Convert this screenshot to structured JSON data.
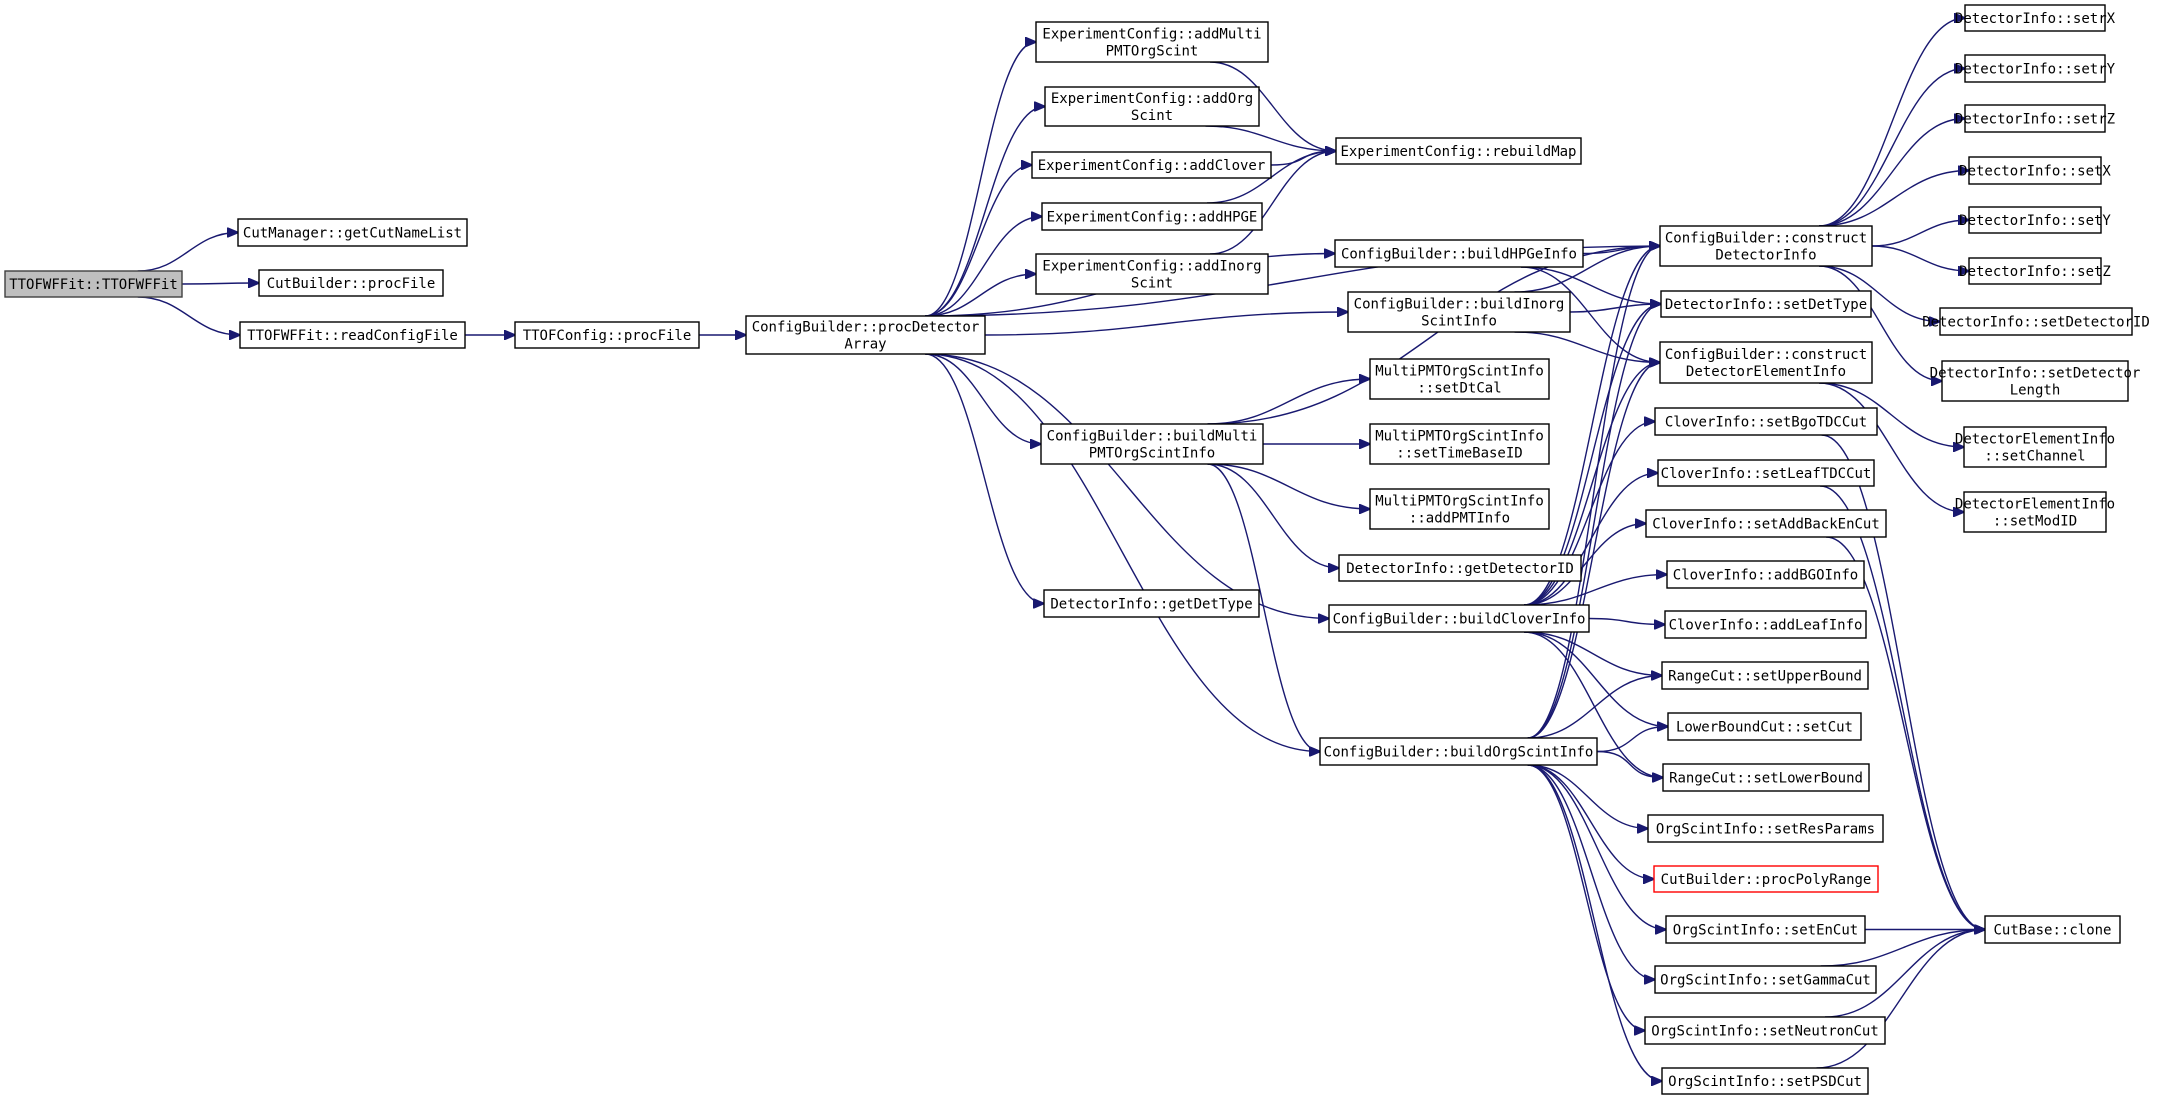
{
  "diagram": {
    "nodes": [
      {
        "id": "ttofwffit_ctor",
        "lines": [
          "TTOFWFFit::TTOFWFFit"
        ],
        "style": "current"
      },
      {
        "id": "cutmanager_getcutnamelist",
        "lines": [
          "CutManager::getCutNameList"
        ]
      },
      {
        "id": "cutbuilder_procfile",
        "lines": [
          "CutBuilder::procFile"
        ]
      },
      {
        "id": "ttofwffit_readconfigfile",
        "lines": [
          "TTOFWFFit::readConfigFile"
        ]
      },
      {
        "id": "ttofconfig_procfile",
        "lines": [
          "TTOFConfig::procFile"
        ]
      },
      {
        "id": "configbuilder_procdetectorarray",
        "lines": [
          "ConfigBuilder::procDetector",
          "Array"
        ]
      },
      {
        "id": "expconfig_addmultipmtorgscint",
        "lines": [
          "ExperimentConfig::addMulti",
          "PMTOrgScint"
        ]
      },
      {
        "id": "expconfig_addorgscint",
        "lines": [
          "ExperimentConfig::addOrg",
          "Scint"
        ]
      },
      {
        "id": "expconfig_addclover",
        "lines": [
          "ExperimentConfig::addClover"
        ]
      },
      {
        "id": "expconfig_addhpge",
        "lines": [
          "ExperimentConfig::addHPGE"
        ]
      },
      {
        "id": "expconfig_addinorgscint",
        "lines": [
          "ExperimentConfig::addInorg",
          "Scint"
        ]
      },
      {
        "id": "expconfig_rebuildmap",
        "lines": [
          "ExperimentConfig::rebuildMap"
        ]
      },
      {
        "id": "configbuilder_buildhpgeinfo",
        "lines": [
          "ConfigBuilder::buildHPGeInfo"
        ]
      },
      {
        "id": "configbuilder_buildinorgscintinfo",
        "lines": [
          "ConfigBuilder::buildInorg",
          "ScintInfo"
        ]
      },
      {
        "id": "configbuilder_buildmultipmtorgscintinfo",
        "lines": [
          "ConfigBuilder::buildMulti",
          "PMTOrgScintInfo"
        ]
      },
      {
        "id": "multipmt_setdtcal",
        "lines": [
          "MultiPMTOrgScintInfo",
          "::setDtCal"
        ]
      },
      {
        "id": "multipmt_settimebaseid",
        "lines": [
          "MultiPMTOrgScintInfo",
          "::setTimeBaseID"
        ]
      },
      {
        "id": "multipmt_addpmtinfo",
        "lines": [
          "MultiPMTOrgScintInfo",
          "::addPMTInfo"
        ]
      },
      {
        "id": "detinfo_getdetectorid",
        "lines": [
          "DetectorInfo::getDetectorID"
        ]
      },
      {
        "id": "detinfo_getdettype",
        "lines": [
          "DetectorInfo::getDetType"
        ]
      },
      {
        "id": "configbuilder_buildcloverinfo",
        "lines": [
          "ConfigBuilder::buildCloverInfo"
        ]
      },
      {
        "id": "configbuilder_buildorgscintinfo",
        "lines": [
          "ConfigBuilder::buildOrgScintInfo"
        ]
      },
      {
        "id": "configbuilder_constructdetectorinfo",
        "lines": [
          "ConfigBuilder::construct",
          "DetectorInfo"
        ]
      },
      {
        "id": "detinfo_setdettype",
        "lines": [
          "DetectorInfo::setDetType"
        ]
      },
      {
        "id": "configbuilder_constructdetectorelementinfo",
        "lines": [
          "ConfigBuilder::construct",
          "DetectorElementInfo"
        ]
      },
      {
        "id": "cloverinfo_setbgotdccut",
        "lines": [
          "CloverInfo::setBgoTDCCut"
        ]
      },
      {
        "id": "cloverinfo_setleaftdccut",
        "lines": [
          "CloverInfo::setLeafTDCCut"
        ]
      },
      {
        "id": "cloverinfo_setaddbackencut",
        "lines": [
          "CloverInfo::setAddBackEnCut"
        ]
      },
      {
        "id": "cloverinfo_addbgoinfo",
        "lines": [
          "CloverInfo::addBGOInfo"
        ]
      },
      {
        "id": "cloverinfo_addleafinfo",
        "lines": [
          "CloverInfo::addLeafInfo"
        ]
      },
      {
        "id": "rangecut_setupperbound",
        "lines": [
          "RangeCut::setUpperBound"
        ]
      },
      {
        "id": "lowerboundcut_setcut",
        "lines": [
          "LowerBoundCut::setCut"
        ]
      },
      {
        "id": "rangecut_setlowerbound",
        "lines": [
          "RangeCut::setLowerBound"
        ]
      },
      {
        "id": "orgscintinfo_setresparams",
        "lines": [
          "OrgScintInfo::setResParams"
        ]
      },
      {
        "id": "cutbuilder_procpolyrange",
        "lines": [
          "CutBuilder::procPolyRange"
        ],
        "style": "missing"
      },
      {
        "id": "orgscintinfo_setencut",
        "lines": [
          "OrgScintInfo::setEnCut"
        ]
      },
      {
        "id": "orgscintinfo_setgammacut",
        "lines": [
          "OrgScintInfo::setGammaCut"
        ]
      },
      {
        "id": "orgscintinfo_setneutroncut",
        "lines": [
          "OrgScintInfo::setNeutronCut"
        ]
      },
      {
        "id": "orgscintinfo_setpsdcut",
        "lines": [
          "OrgScintInfo::setPSDCut"
        ]
      },
      {
        "id": "detinfo_setrx",
        "lines": [
          "DetectorInfo::setrX"
        ]
      },
      {
        "id": "detinfo_setry",
        "lines": [
          "DetectorInfo::setrY"
        ]
      },
      {
        "id": "detinfo_setrz",
        "lines": [
          "DetectorInfo::setrZ"
        ]
      },
      {
        "id": "detinfo_setx",
        "lines": [
          "DetectorInfo::setX"
        ]
      },
      {
        "id": "detinfo_sety",
        "lines": [
          "DetectorInfo::setY"
        ]
      },
      {
        "id": "detinfo_setz",
        "lines": [
          "DetectorInfo::setZ"
        ]
      },
      {
        "id": "detinfo_setdetectorid",
        "lines": [
          "DetectorInfo::setDetectorID"
        ]
      },
      {
        "id": "detinfo_setdetectorlength",
        "lines": [
          "DetectorInfo::setDetector",
          "Length"
        ]
      },
      {
        "id": "detelem_setchannel",
        "lines": [
          "DetectorElementInfo",
          "::setChannel"
        ]
      },
      {
        "id": "detelem_setmodid",
        "lines": [
          "DetectorElementInfo",
          "::setModID"
        ]
      },
      {
        "id": "cutbase_clone",
        "lines": [
          "CutBase::clone"
        ]
      }
    ],
    "edges": [
      [
        "ttofwffit_ctor",
        "cutmanager_getcutnamelist"
      ],
      [
        "ttofwffit_ctor",
        "cutbuilder_procfile"
      ],
      [
        "ttofwffit_ctor",
        "ttofwffit_readconfigfile"
      ],
      [
        "ttofwffit_readconfigfile",
        "ttofconfig_procfile"
      ],
      [
        "ttofconfig_procfile",
        "configbuilder_procdetectorarray"
      ],
      [
        "configbuilder_procdetectorarray",
        "expconfig_addmultipmtorgscint"
      ],
      [
        "configbuilder_procdetectorarray",
        "expconfig_addorgscint"
      ],
      [
        "configbuilder_procdetectorarray",
        "expconfig_addclover"
      ],
      [
        "configbuilder_procdetectorarray",
        "expconfig_addhpge"
      ],
      [
        "configbuilder_procdetectorarray",
        "expconfig_addinorgscint"
      ],
      [
        "configbuilder_procdetectorarray",
        "configbuilder_buildhpgeinfo"
      ],
      [
        "configbuilder_procdetectorarray",
        "configbuilder_buildinorgscintinfo"
      ],
      [
        "configbuilder_procdetectorarray",
        "configbuilder_constructdetectorinfo"
      ],
      [
        "configbuilder_procdetectorarray",
        "configbuilder_buildmultipmtorgscintinfo"
      ],
      [
        "configbuilder_procdetectorarray",
        "detinfo_getdettype"
      ],
      [
        "configbuilder_procdetectorarray",
        "configbuilder_buildcloverinfo"
      ],
      [
        "configbuilder_procdetectorarray",
        "configbuilder_buildorgscintinfo"
      ],
      [
        "expconfig_addmultipmtorgscint",
        "expconfig_rebuildmap"
      ],
      [
        "expconfig_addorgscint",
        "expconfig_rebuildmap"
      ],
      [
        "expconfig_addclover",
        "expconfig_rebuildmap"
      ],
      [
        "expconfig_addhpge",
        "expconfig_rebuildmap"
      ],
      [
        "expconfig_addinorgscint",
        "expconfig_rebuildmap"
      ],
      [
        "configbuilder_buildhpgeinfo",
        "configbuilder_constructdetectorinfo"
      ],
      [
        "configbuilder_buildhpgeinfo",
        "detinfo_setdettype"
      ],
      [
        "configbuilder_buildhpgeinfo",
        "configbuilder_constructdetectorelementinfo"
      ],
      [
        "configbuilder_buildinorgscintinfo",
        "configbuilder_constructdetectorinfo"
      ],
      [
        "configbuilder_buildinorgscintinfo",
        "detinfo_setdettype"
      ],
      [
        "configbuilder_buildinorgscintinfo",
        "configbuilder_constructdetectorelementinfo"
      ],
      [
        "configbuilder_buildmultipmtorgscintinfo",
        "configbuilder_constructdetectorinfo"
      ],
      [
        "configbuilder_buildmultipmtorgscintinfo",
        "multipmt_setdtcal"
      ],
      [
        "configbuilder_buildmultipmtorgscintinfo",
        "multipmt_settimebaseid"
      ],
      [
        "configbuilder_buildmultipmtorgscintinfo",
        "multipmt_addpmtinfo"
      ],
      [
        "configbuilder_buildmultipmtorgscintinfo",
        "detinfo_getdetectorid"
      ],
      [
        "configbuilder_buildmultipmtorgscintinfo",
        "configbuilder_buildorgscintinfo"
      ],
      [
        "configbuilder_buildcloverinfo",
        "configbuilder_constructdetectorinfo"
      ],
      [
        "configbuilder_buildcloverinfo",
        "detinfo_setdettype"
      ],
      [
        "configbuilder_buildcloverinfo",
        "configbuilder_constructdetectorelementinfo"
      ],
      [
        "configbuilder_buildcloverinfo",
        "cloverinfo_setbgotdccut"
      ],
      [
        "configbuilder_buildcloverinfo",
        "cloverinfo_setleaftdccut"
      ],
      [
        "configbuilder_buildcloverinfo",
        "cloverinfo_setaddbackencut"
      ],
      [
        "configbuilder_buildcloverinfo",
        "cloverinfo_addbgoinfo"
      ],
      [
        "configbuilder_buildcloverinfo",
        "cloverinfo_addleafinfo"
      ],
      [
        "configbuilder_buildcloverinfo",
        "rangecut_setupperbound"
      ],
      [
        "configbuilder_buildcloverinfo",
        "lowerboundcut_setcut"
      ],
      [
        "configbuilder_buildcloverinfo",
        "rangecut_setlowerbound"
      ],
      [
        "configbuilder_buildorgscintinfo",
        "configbuilder_constructdetectorinfo"
      ],
      [
        "configbuilder_buildorgscintinfo",
        "detinfo_setdettype"
      ],
      [
        "configbuilder_buildorgscintinfo",
        "configbuilder_constructdetectorelementinfo"
      ],
      [
        "configbuilder_buildorgscintinfo",
        "rangecut_setupperbound"
      ],
      [
        "configbuilder_buildorgscintinfo",
        "lowerboundcut_setcut"
      ],
      [
        "configbuilder_buildorgscintinfo",
        "rangecut_setlowerbound"
      ],
      [
        "configbuilder_buildorgscintinfo",
        "orgscintinfo_setresparams"
      ],
      [
        "configbuilder_buildorgscintinfo",
        "cutbuilder_procpolyrange"
      ],
      [
        "configbuilder_buildorgscintinfo",
        "orgscintinfo_setencut"
      ],
      [
        "configbuilder_buildorgscintinfo",
        "orgscintinfo_setgammacut"
      ],
      [
        "configbuilder_buildorgscintinfo",
        "orgscintinfo_setneutroncut"
      ],
      [
        "configbuilder_buildorgscintinfo",
        "orgscintinfo_setpsdcut"
      ],
      [
        "configbuilder_constructdetectorinfo",
        "detinfo_setrx"
      ],
      [
        "configbuilder_constructdetectorinfo",
        "detinfo_setry"
      ],
      [
        "configbuilder_constructdetectorinfo",
        "detinfo_setrz"
      ],
      [
        "configbuilder_constructdetectorinfo",
        "detinfo_setx"
      ],
      [
        "configbuilder_constructdetectorinfo",
        "detinfo_sety"
      ],
      [
        "configbuilder_constructdetectorinfo",
        "detinfo_setz"
      ],
      [
        "configbuilder_constructdetectorinfo",
        "detinfo_setdetectorid"
      ],
      [
        "configbuilder_constructdetectorinfo",
        "detinfo_setdetectorlength"
      ],
      [
        "configbuilder_constructdetectorelementinfo",
        "detelem_setchannel"
      ],
      [
        "configbuilder_constructdetectorelementinfo",
        "detelem_setmodid"
      ],
      [
        "cloverinfo_setbgotdccut",
        "cutbase_clone"
      ],
      [
        "cloverinfo_setleaftdccut",
        "cutbase_clone"
      ],
      [
        "cloverinfo_setaddbackencut",
        "cutbase_clone"
      ],
      [
        "orgscintinfo_setencut",
        "cutbase_clone"
      ],
      [
        "orgscintinfo_setgammacut",
        "cutbase_clone"
      ],
      [
        "orgscintinfo_setneutroncut",
        "cutbase_clone"
      ],
      [
        "orgscintinfo_setpsdcut",
        "cutbase_clone"
      ]
    ],
    "colors": {
      "edge": "#191970",
      "node_border": "#000000",
      "current_fill": "#bfbfbf",
      "missing_border": "#ff0000"
    }
  }
}
